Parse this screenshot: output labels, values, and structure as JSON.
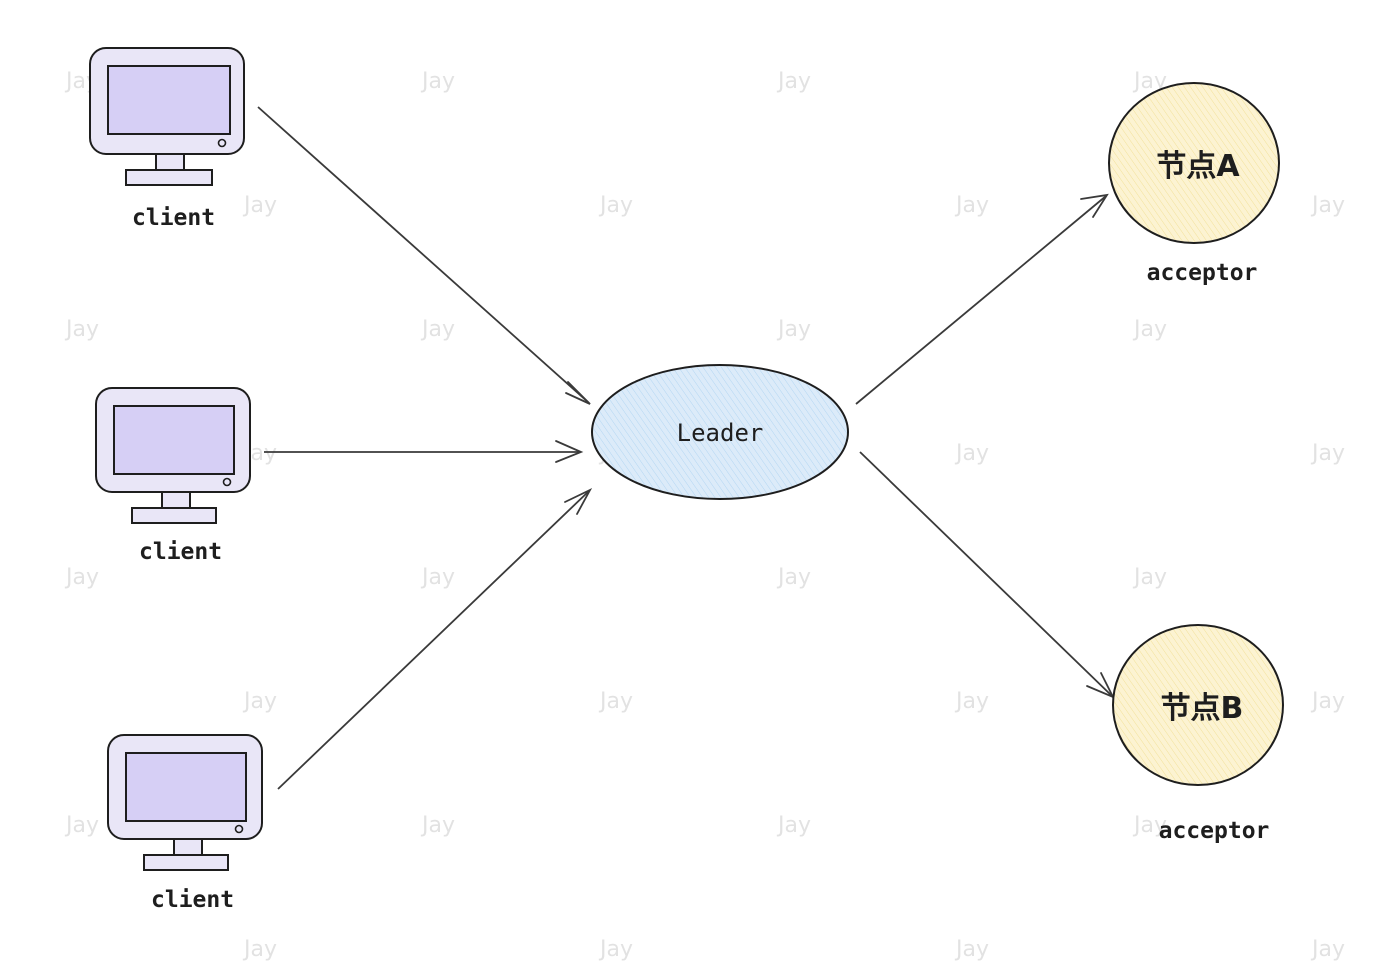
{
  "watermark_text": "Jay",
  "clients": [
    {
      "id": "client-1",
      "label": "client"
    },
    {
      "id": "client-2",
      "label": "client"
    },
    {
      "id": "client-3",
      "label": "client"
    }
  ],
  "leader": {
    "label": "Leader",
    "fill": "#cfe6f8"
  },
  "acceptors": [
    {
      "id": "node-a",
      "title": "节点A",
      "role": "acceptor",
      "fill": "#fbf0c4"
    },
    {
      "id": "node-b",
      "title": "节点B",
      "role": "acceptor",
      "fill": "#fbf0c4"
    }
  ],
  "colors": {
    "monitor_fill": "#e9e6f7",
    "monitor_screen": "#d6cff5",
    "stroke": "#1e1e1e",
    "edge": "#3a3a3a"
  }
}
